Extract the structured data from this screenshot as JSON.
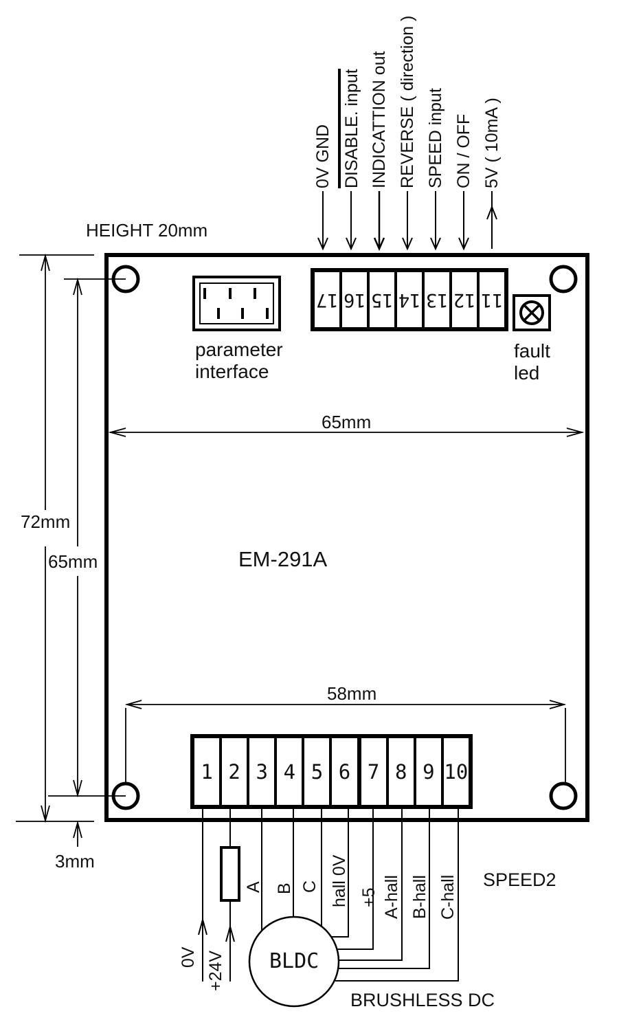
{
  "board": {
    "model": "EM-291A",
    "height_note": "HEIGHT 20mm"
  },
  "dimensions": {
    "board_height": "72mm",
    "hole_spacing_vertical": "65mm",
    "board_width": "65mm",
    "hole_spacing_horizontal": "58mm",
    "hole_edge_offset": "3mm"
  },
  "top_terminal": {
    "cells": [
      "17",
      "16",
      "15",
      "14",
      "13",
      "12",
      "11"
    ]
  },
  "top_pins": [
    {
      "terminal": "17",
      "label": "0V GND",
      "direction": "in"
    },
    {
      "terminal": "16",
      "label": "DISABLE. input",
      "direction": "in",
      "active_low": true
    },
    {
      "terminal": "15",
      "label": "INDICATTION out",
      "direction": "in"
    },
    {
      "terminal": "14",
      "label": "REVERSE ( direction )",
      "direction": "in"
    },
    {
      "terminal": "13",
      "label": "SPEED input",
      "direction": "in"
    },
    {
      "terminal": "12",
      "label": "ON / OFF",
      "direction": "in"
    },
    {
      "terminal": "11",
      "label": "5V ( 10mA )",
      "direction": "out"
    }
  ],
  "components": {
    "parameter_interface_line1": "parameter",
    "parameter_interface_line2": "interface",
    "fault_led_line1": "fault",
    "fault_led_line2": "led",
    "motor_label": "BLDC",
    "motor_caption": "BRUSHLESS DC",
    "speed_note": "SPEED2"
  },
  "bottom_terminal": {
    "cells": [
      "1",
      "2",
      "3",
      "4",
      "5",
      "6",
      "7",
      "8",
      "9",
      "10"
    ]
  },
  "bottom_wires": [
    {
      "terminal": "1",
      "label": "0V"
    },
    {
      "terminal": "2",
      "label": "+24V",
      "fused": true
    },
    {
      "terminal": "3",
      "label": "A"
    },
    {
      "terminal": "4",
      "label": "B"
    },
    {
      "terminal": "5",
      "label": "C"
    },
    {
      "terminal": "6",
      "label": "hall 0V"
    },
    {
      "terminal": "7",
      "label": "+5"
    },
    {
      "terminal": "8",
      "label": "A-hall"
    },
    {
      "terminal": "9",
      "label": "B-hall"
    },
    {
      "terminal": "10",
      "label": "C-hall"
    }
  ]
}
